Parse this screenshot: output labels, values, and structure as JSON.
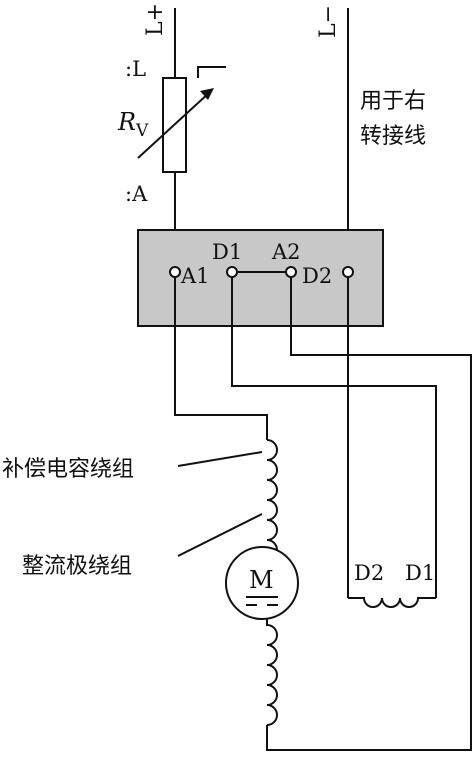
{
  "supply": {
    "positive": "L+",
    "negative": "L−"
  },
  "rheostat": {
    "symbol_main": "R",
    "symbol_sub": "V",
    "terminal_top": ":L",
    "terminal_bottom": ":A"
  },
  "terminal_board": {
    "terminals": [
      "A1",
      "D1",
      "A2",
      "D2"
    ]
  },
  "labels": {
    "right_connection": [
      "用于右",
      "转接线"
    ],
    "compensation_winding": "补偿电容绕组",
    "commutating_winding": "整流极绕组"
  },
  "motor": {
    "letter": "M"
  },
  "field_winding": {
    "left_terminal": "D2",
    "right_terminal": "D1"
  },
  "colors": {
    "board_fill": "#c8c8c8",
    "line": "#111111"
  }
}
